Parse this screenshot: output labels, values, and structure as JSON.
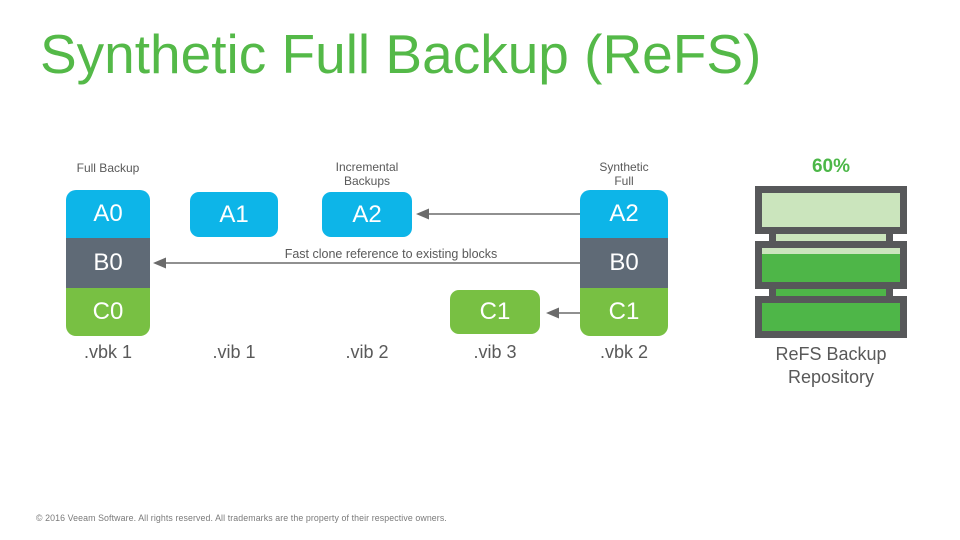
{
  "title": "Synthetic Full Backup (ReFS)",
  "diagram": {
    "group_labels": {
      "full_backup": "Full Backup",
      "incremental_line1": "Incremental",
      "incremental_line2": "Backups",
      "synthetic_line1": "Synthetic",
      "synthetic_line2": "Full"
    },
    "columns": [
      {
        "file": ".vbk 1",
        "blocks": [
          {
            "label": "A0",
            "color": "block_cyan"
          },
          {
            "label": "B0",
            "color": "block_gray"
          },
          {
            "label": "C0",
            "color": "block_green"
          }
        ]
      },
      {
        "file": ".vib 1",
        "blocks": [
          {
            "label": "A1",
            "color": "block_cyan"
          }
        ]
      },
      {
        "file": ".vib 2",
        "blocks": [
          {
            "label": "A2",
            "color": "block_cyan"
          }
        ]
      },
      {
        "file": ".vib 3",
        "blocks": [
          {
            "label": "C1",
            "color": "block_green"
          }
        ]
      },
      {
        "file": ".vbk 2",
        "blocks": [
          {
            "label": "A2",
            "color": "block_cyan"
          },
          {
            "label": "B0",
            "color": "block_gray"
          },
          {
            "label": "C1",
            "color": "block_green"
          }
        ]
      }
    ],
    "arrow_label": "Fast clone reference to existing blocks"
  },
  "repository": {
    "percent": "60%",
    "caption_line1": "ReFS Backup",
    "caption_line2": "Repository"
  },
  "footer": "© 2016 Veeam Software. All rights reserved. All trademarks are the property of their respective owners.",
  "colors": {
    "title_green": "#54b948",
    "percent_green": "#4cb748",
    "block_cyan": "#0db5e8",
    "block_gray": "#5f6a76",
    "block_green": "#78c043",
    "repo_green": "#4eb648",
    "repo_light_green": "#cbe5bd",
    "repo_border": "#57585a",
    "arrow_gray": "#6b6b6b",
    "label_gray": "#595959"
  }
}
